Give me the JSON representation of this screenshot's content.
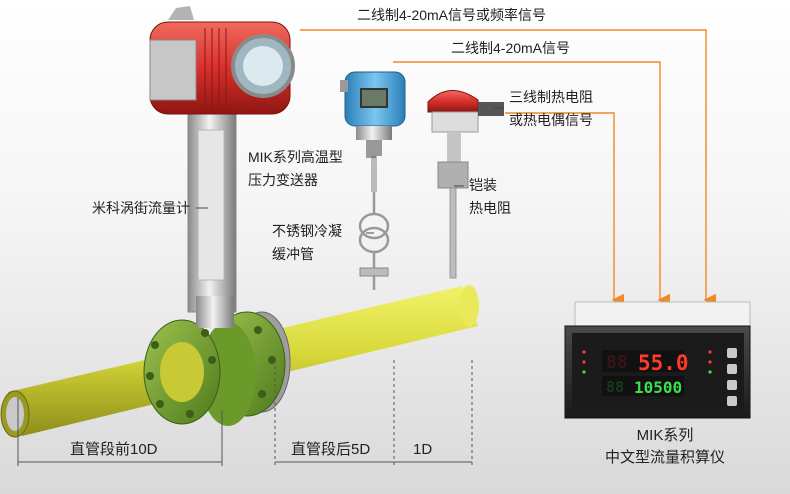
{
  "labels": {
    "signal_2wire_4_20ma_or_freq": "二线制4-20mA信号或频率信号",
    "signal_2wire_4_20ma": "二线制4-20mA信号",
    "rtd_signal_line1": "三线制热电阻",
    "rtd_signal_line2": "或热电偶信号",
    "pressure_transmitter_line1": "MIK系列高温型",
    "pressure_transmitter_line2": "压力变送器",
    "vortex_flowmeter": "米科涡街流量计",
    "condensing_pipe_line1": "不锈钢冷凝",
    "condensing_pipe_line2": "缓冲管",
    "armored_rtd_line1": "铠装",
    "armored_rtd_line2": "热电阻",
    "straight_before": "直管段前10D",
    "straight_after": "直管段后5D",
    "one_d": "1D",
    "totalizer_line1": "MIK系列",
    "totalizer_line2": "中文型流量积算仪"
  },
  "display": {
    "top_value": "55.0",
    "bottom_value": "10500",
    "top_dim_digits": "88",
    "bottom_dim_digits": "88"
  },
  "colors": {
    "pipe_yellow": "#d8d83a",
    "flange_green": "#7aa534",
    "housing_red": "#d9302c",
    "arrow_orange": "#f08a24",
    "led_red": "#ff3a2a",
    "led_green": "#39e04a",
    "transmitter_blue": "#4aa6d8"
  }
}
